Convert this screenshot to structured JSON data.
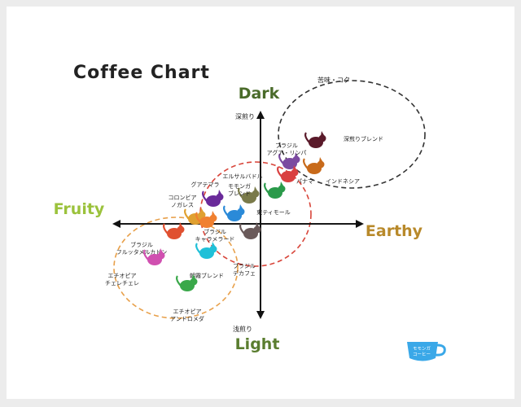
{
  "chart_data": {
    "type": "scatter",
    "title": "Coffee Chart",
    "axes": {
      "top": "Dark",
      "bottom": "Light",
      "left": "Fruity",
      "right": "Earthy",
      "top_sub": "深煎り",
      "bottom_sub": "浅煎り"
    },
    "xlim": [
      -1,
      1
    ],
    "ylim": [
      -1,
      1
    ],
    "colors": {
      "dark_axis": "#4a6b2a",
      "fruity_axis": "#9bc23c",
      "earthy_axis": "#b8892a",
      "light_axis": "#5a7d2f",
      "group_dark_stroke": "#333333",
      "group_mid_stroke": "#d8453a",
      "group_fruit_stroke": "#e8a04a"
    },
    "groups": [
      {
        "label": "苦味・コク",
        "cx": 0.56,
        "cy": 0.55,
        "rx": 0.45,
        "ry": 0.33,
        "color_key": "group_dark_stroke"
      },
      {
        "label": "",
        "cx": -0.03,
        "cy": 0.06,
        "rx": 0.34,
        "ry": 0.32,
        "color_key": "group_mid_stroke"
      },
      {
        "label": "",
        "cx": -0.52,
        "cy": -0.27,
        "rx": 0.38,
        "ry": 0.31,
        "color_key": "group_fruit_stroke"
      }
    ],
    "points": [
      {
        "name": "深煎りブレンド",
        "x": 0.34,
        "y": 0.5,
        "color": "#5a1a2a",
        "icon": "bat-icon"
      },
      {
        "name": "ブラジル アグア・リンパ",
        "x": 0.18,
        "y": 0.37,
        "color": "#7b4aa0",
        "icon": "anteater-icon"
      },
      {
        "name": "インドネシア",
        "x": 0.33,
        "y": 0.34,
        "color": "#c86a1a",
        "icon": "tiger-icon"
      },
      {
        "name": "パナマ",
        "x": 0.17,
        "y": 0.29,
        "color": "#d94040",
        "icon": "frog-icon"
      },
      {
        "name": "東ティモール",
        "x": 0.09,
        "y": 0.19,
        "color": "#2a9a4a",
        "icon": "crocodile-icon"
      },
      {
        "name": "エルサルバドル",
        "x": -0.07,
        "y": 0.16,
        "color": "#7a7a4a",
        "icon": "fox-icon"
      },
      {
        "name": "グアテマラ",
        "x": -0.29,
        "y": 0.14,
        "color": "#6a2a9a",
        "icon": "hummingbird-icon"
      },
      {
        "name": "モモンガ ブレンド",
        "x": -0.16,
        "y": 0.05,
        "color": "#2a8ad8",
        "icon": "flying-squirrel-icon"
      },
      {
        "name": "コロンビア ノガレス",
        "x": -0.4,
        "y": 0.03,
        "color": "#e0a030",
        "icon": "bear-icon"
      },
      {
        "name": "ブラジル キャラメラード",
        "x": -0.33,
        "y": 0.01,
        "color": "#f08030",
        "icon": "capybara-icon"
      },
      {
        "name": "ブラジル デカフェ",
        "x": -0.06,
        "y": -0.06,
        "color": "#6a5a5a",
        "icon": "mole-icon"
      },
      {
        "name": "ブラジル フルッタメルカドン",
        "x": -0.53,
        "y": -0.06,
        "color": "#e05030",
        "icon": "squirrel-icon"
      },
      {
        "name": "朝霧ブレンド",
        "x": -0.33,
        "y": -0.18,
        "color": "#20c0d8",
        "icon": "owl-icon"
      },
      {
        "name": "エチオピア チェレチェレ",
        "x": -0.65,
        "y": -0.22,
        "color": "#d050b0",
        "icon": "deer-icon"
      },
      {
        "name": "エチオピア アンドロメダ",
        "x": -0.45,
        "y": -0.38,
        "color": "#3aa84a",
        "icon": "giraffe-icon"
      }
    ]
  },
  "logo": {
    "line1": "モモンガ",
    "line2": "コーヒー",
    "color": "#3aa8e8"
  }
}
